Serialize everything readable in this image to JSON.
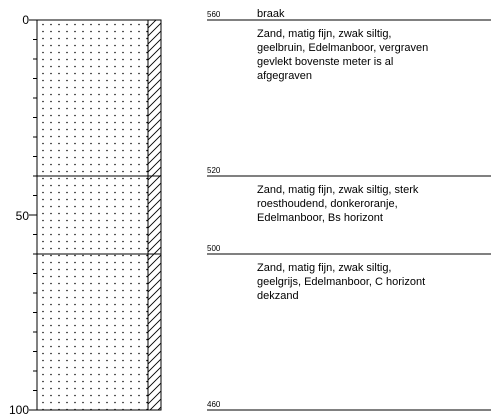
{
  "depth_axis": {
    "ticks": [
      "0",
      "50",
      "100"
    ],
    "min": 0,
    "max": 100
  },
  "layers": [
    {
      "top_depth": 0,
      "bottom_depth": 40,
      "top_elevation": "560",
      "label": "braak",
      "description_lines": [
        "Zand, matig fijn, zwak siltig,",
        "geelbruin, Edelmanboor, vergraven",
        "gevlekt bovenste meter is al",
        "afgegraven"
      ]
    },
    {
      "top_depth": 40,
      "bottom_depth": 60,
      "top_elevation": "520",
      "label": "",
      "description_lines": [
        "Zand, matig fijn, zwak siltig, sterk",
        "roesthoudend, donkeroranje,",
        "Edelmanboor, Bs horizont"
      ]
    },
    {
      "top_depth": 60,
      "bottom_depth": 100,
      "top_elevation": "500",
      "label": "",
      "description_lines": [
        "Zand, matig fijn, zwak siltig,",
        "geelgrijs, Edelmanboor, C horizont",
        "dekzand"
      ]
    }
  ],
  "bottom_elevation": "460"
}
